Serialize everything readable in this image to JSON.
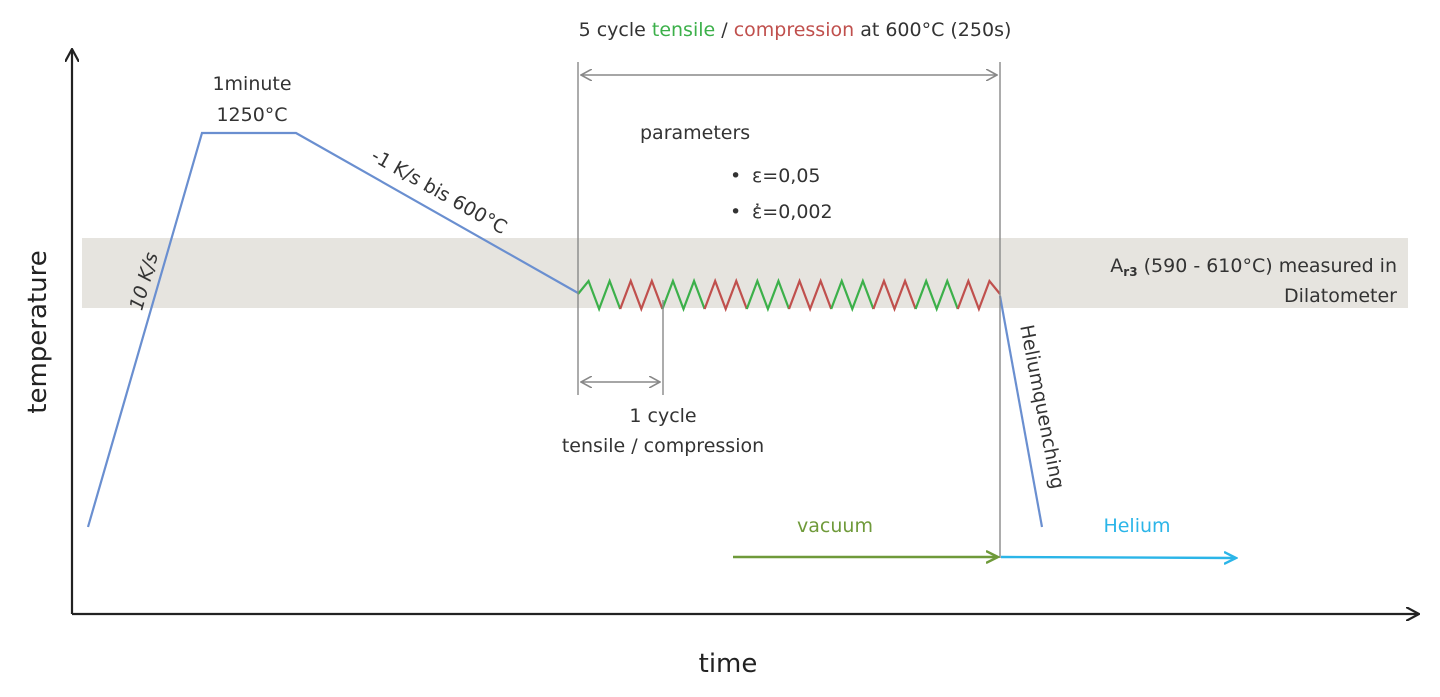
{
  "axes": {
    "y_label": "temperature",
    "x_label": "time"
  },
  "band": {
    "label_sym": "A",
    "label_sub": "r3",
    "label_rest": " (590 - 610°C) measured in",
    "label_line2": "Dilatometer"
  },
  "segments": {
    "heating_rate": "10 K/s",
    "hold_time": "1minute",
    "hold_temp": "1250°C",
    "cooling_rate": "-1 K/s bis 600°C",
    "quench": "Heliumquenching"
  },
  "cycles": {
    "title_pre": "5 cycle ",
    "title_tensile": "tensile",
    "title_sep": " / ",
    "title_compression": "compression",
    "title_post": " at 600°C (250s)",
    "one_cycle_line1": "1 cycle",
    "one_cycle_line2": "tensile / compression",
    "count": 5
  },
  "parameters": {
    "title": "parameters",
    "items": [
      "ε=0,05",
      "ἐ=0,002"
    ]
  },
  "atmosphere": {
    "vacuum": "vacuum",
    "helium": "Helium"
  },
  "colors": {
    "profile": "#6a8fd0",
    "tensile": "#3cb04a",
    "compression": "#c0504d",
    "vacuum": "#6f9a3a",
    "helium": "#2bb5e8",
    "band": "#e6e4df",
    "axis": "#222222",
    "dim": "#888888"
  }
}
